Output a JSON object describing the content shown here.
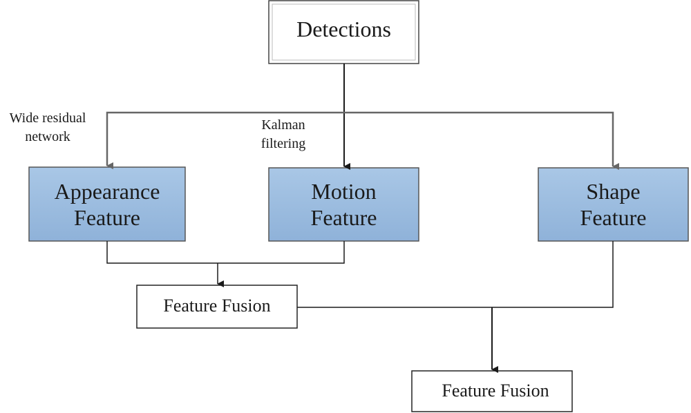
{
  "nodes": {
    "detections": "Detections",
    "appearance": {
      "line1": "Appearance",
      "line2": "Feature"
    },
    "motion": {
      "line1": "Motion",
      "line2": "Feature"
    },
    "shape": {
      "line1": "Shape",
      "line2": "Feature"
    },
    "fusion_1": "Feature Fusion",
    "fusion_2": "Feature Fusion"
  },
  "annotations": {
    "wide_residual": {
      "line1": "Wide residual",
      "line2": "network"
    },
    "kalman": {
      "line1": "Kalman",
      "line2": "filtering"
    }
  },
  "colors": {
    "feature_fill": "#9dbde0",
    "feature_border": "#555555",
    "plain_border": "#222222",
    "edge_dark": "#1a1a1a",
    "edge_gray": "#666666"
  }
}
